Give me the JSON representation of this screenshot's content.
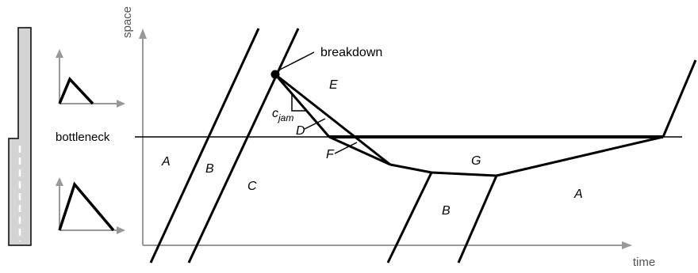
{
  "axes": {
    "x_label": "time",
    "y_label": "space",
    "color": "#999999"
  },
  "annotations": {
    "breakdown": "breakdown",
    "bottleneck": "bottleneck",
    "c_jam_main": "c",
    "c_jam_sub": "jam"
  },
  "regions": {
    "A_left": "A",
    "B_left": "B",
    "C": "C",
    "D": "D",
    "E": "E",
    "F": "F",
    "G": "G",
    "B_lower": "B",
    "A_right": "A"
  },
  "colors": {
    "ink": "#000000",
    "axis": "#999999",
    "road_fill": "#d4d4d4"
  }
}
